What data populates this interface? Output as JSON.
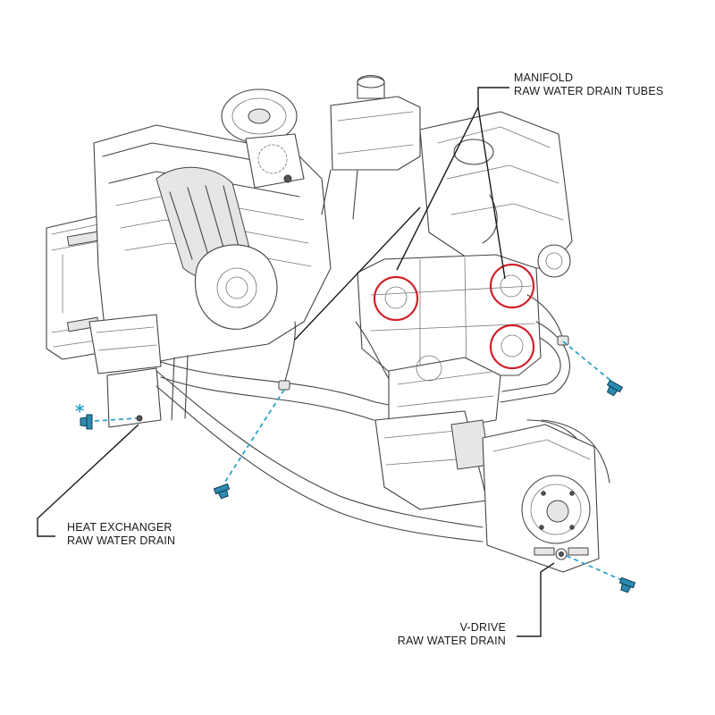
{
  "callouts": {
    "manifold": {
      "line1": "MANIFOLD",
      "line2": "RAW WATER DRAIN TUBES"
    },
    "heat_exchanger": {
      "line1": "HEAT EXCHANGER",
      "line2": "RAW WATER DRAIN"
    },
    "vdrive": {
      "line1": "V-DRIVE",
      "line2": "RAW WATER DRAIN"
    }
  },
  "asterisk": "*",
  "colors": {
    "drain_plug": "#2c8bb0",
    "dashed_path": "#2aa3c9",
    "highlight_circle": "#d0212a",
    "line_art": "#444444"
  }
}
